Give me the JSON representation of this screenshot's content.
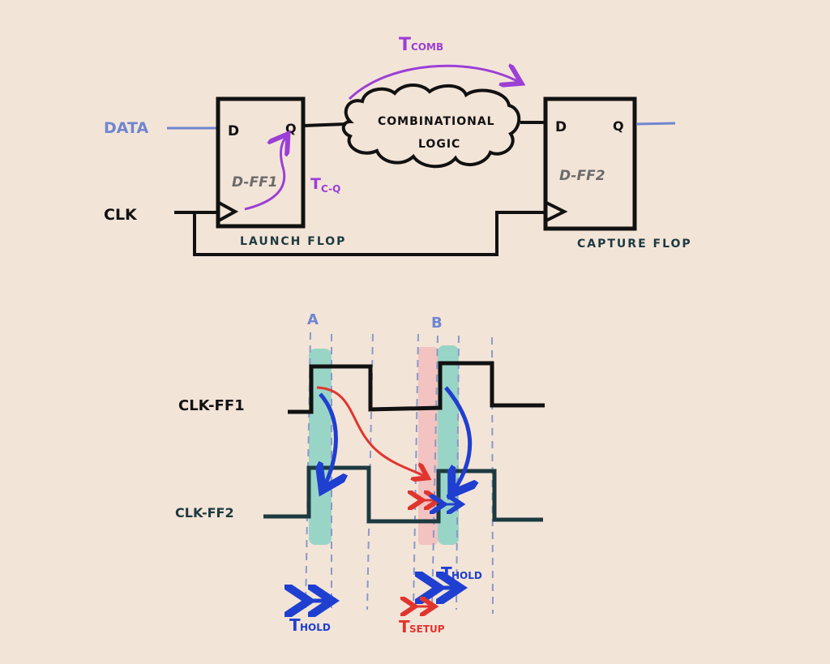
{
  "colors": {
    "background": "#f3e4d8",
    "ink": "#111111",
    "dark_teal_ink": "#1c3a40",
    "data_blue": "#6f86d0",
    "purple": "#9b3fd6",
    "gray_text": "#6b6b6b",
    "teal_band": "#8fd3c4",
    "pink_band": "#f2bfbf",
    "hold_blue": "#1f3fd0",
    "setup_red": "#e0352e",
    "dashed_guide": "#8a9ac8"
  },
  "circuit": {
    "input_label": "DATA",
    "clock_label": "CLK",
    "ff1": {
      "name": "D-FF1",
      "d_pin": "D",
      "q_pin": "Q",
      "caption": "LAUNCH FLOP"
    },
    "ff2": {
      "name": "D-FF2",
      "d_pin": "D",
      "q_pin": "Q",
      "caption": "CAPTURE FLOP"
    },
    "logic": {
      "line1": "COMBINATIONAL",
      "line2": "LOGIC"
    },
    "t_cq": {
      "main": "T",
      "sub": "C-Q"
    },
    "t_comb": {
      "main": "T",
      "sub": "COMB"
    }
  },
  "timing": {
    "edge_a": "A",
    "edge_b": "B",
    "clk1_label": "CLK-FF1",
    "clk2_label": "CLK-FF2",
    "hold_a": {
      "main": "T",
      "sub": "HOLD"
    },
    "hold_b": {
      "main": "T",
      "sub": "HOLD"
    },
    "setup": {
      "main": "T",
      "sub": "SETUP"
    }
  }
}
